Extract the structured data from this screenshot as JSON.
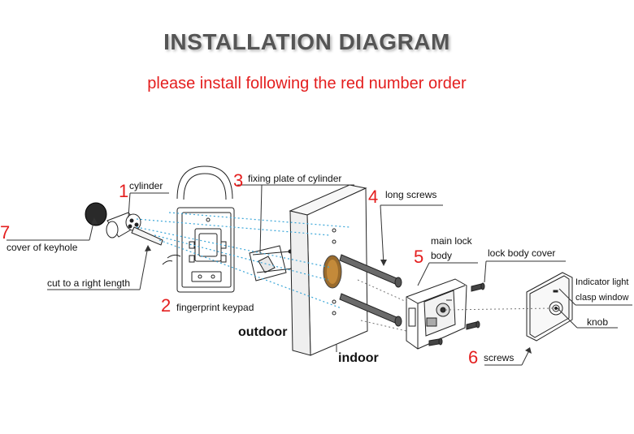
{
  "title": "INSTALLATION DIAGRAM",
  "subtitle": "please install following the red number order",
  "colors": {
    "title": "#555555",
    "accent": "#e41e1e",
    "dotted": "#3aa6d8",
    "brass": "#9a6b2c"
  },
  "steps": [
    {
      "number": "1",
      "label": "cylinder"
    },
    {
      "number": "2",
      "label": "fingerprint keypad"
    },
    {
      "number": "3",
      "label": "fixing plate of cylinder"
    },
    {
      "number": "4",
      "label": "long screws"
    },
    {
      "number": "5",
      "label_line1": "main lock",
      "label_line2": "body"
    },
    {
      "number": "6",
      "label": "screws"
    },
    {
      "number": "7",
      "label": "cover of keyhole"
    }
  ],
  "labels": {
    "cut": "cut to a right length",
    "lock_body_cover": "lock body cover",
    "indicator_line1": "Indicator light",
    "indicator_line2": "clasp window",
    "knob": "knob",
    "outdoor": "outdoor",
    "indoor": "indoor"
  }
}
